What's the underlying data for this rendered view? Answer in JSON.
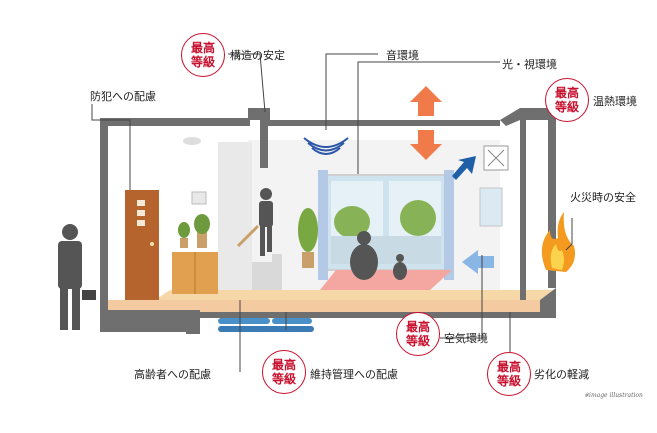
{
  "badge": {
    "line1": "最高",
    "line2": "等級"
  },
  "labels": {
    "structure": "構造の安定",
    "sound": "音環境",
    "light": "光・視環境",
    "thermal": "温熱環境",
    "security": "防犯への配慮",
    "fire": "火災時の安全",
    "air": "空気環境",
    "elderly": "高齢者への配慮",
    "maintenance": "維持管理への配慮",
    "deterioration": "劣化の軽減"
  },
  "credit": "※image illustration",
  "colors": {
    "accent_red": "#c8102e",
    "arrow_orange": "#f07a4a",
    "arrow_blue": "#1f5fa8",
    "wall_gray": "#6f6f6f",
    "floor_orange": "#f6d7a8",
    "door_brown": "#b5642e"
  }
}
